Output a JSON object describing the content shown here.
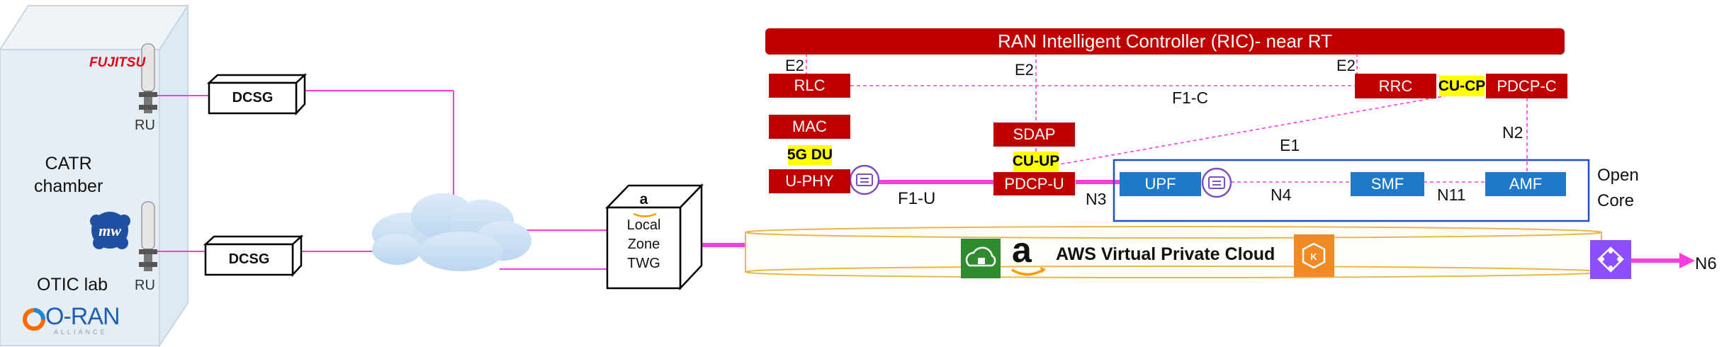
{
  "lab": {
    "chamber_label": "CATR\nchamber",
    "lab_label": "OTIC lab",
    "ru_label": "RU",
    "fujitsu_logo": "FUJITSU",
    "oran_logo": "O-RAN",
    "oran_alliance": "ALLIANCE"
  },
  "dcsg_label": "DCSG",
  "twg_label": "Local\nZone\nTWG",
  "ric": {
    "title": "RAN Intelligent Controller (RIC)- near RT"
  },
  "interfaces": {
    "e2": "E2",
    "f1c": "F1-C",
    "f1u": "F1-U",
    "e1": "E1",
    "n2": "N2",
    "n3": "N3",
    "n4": "N4",
    "n11": "N11",
    "n6": "N6"
  },
  "du": {
    "rlc": "RLC",
    "mac": "MAC",
    "tag": "5G DU",
    "phy": "U-PHY"
  },
  "cu_up": {
    "sdap": "SDAP",
    "tag": "CU-UP",
    "pdcp_u": "PDCP-U"
  },
  "cu_cp": {
    "rrc": "RRC",
    "tag": "CU-CP",
    "pdcp_c": "PDCP-C"
  },
  "core": {
    "upf": "UPF",
    "smf": "SMF",
    "amf": "AMF",
    "label": "Open\nCore"
  },
  "aws": {
    "vpc_label": "AWS Virtual Private Cloud",
    "logo_letter": "a"
  },
  "colors": {
    "ran_red": "#c00000",
    "core_blue": "#1f78c8",
    "link_magenta": "#ff3ce0",
    "tag_yellow": "#ffff00",
    "vpc_border": "#e8b84a",
    "core_border": "#1f4fc8"
  },
  "icons": [
    "router-icon",
    "cloud-lock-icon",
    "aws-logo-icon",
    "kubernetes-icon",
    "transit-gateway-icon",
    "cloud-icon",
    "antenna-icon",
    "mw-logo-icon"
  ]
}
